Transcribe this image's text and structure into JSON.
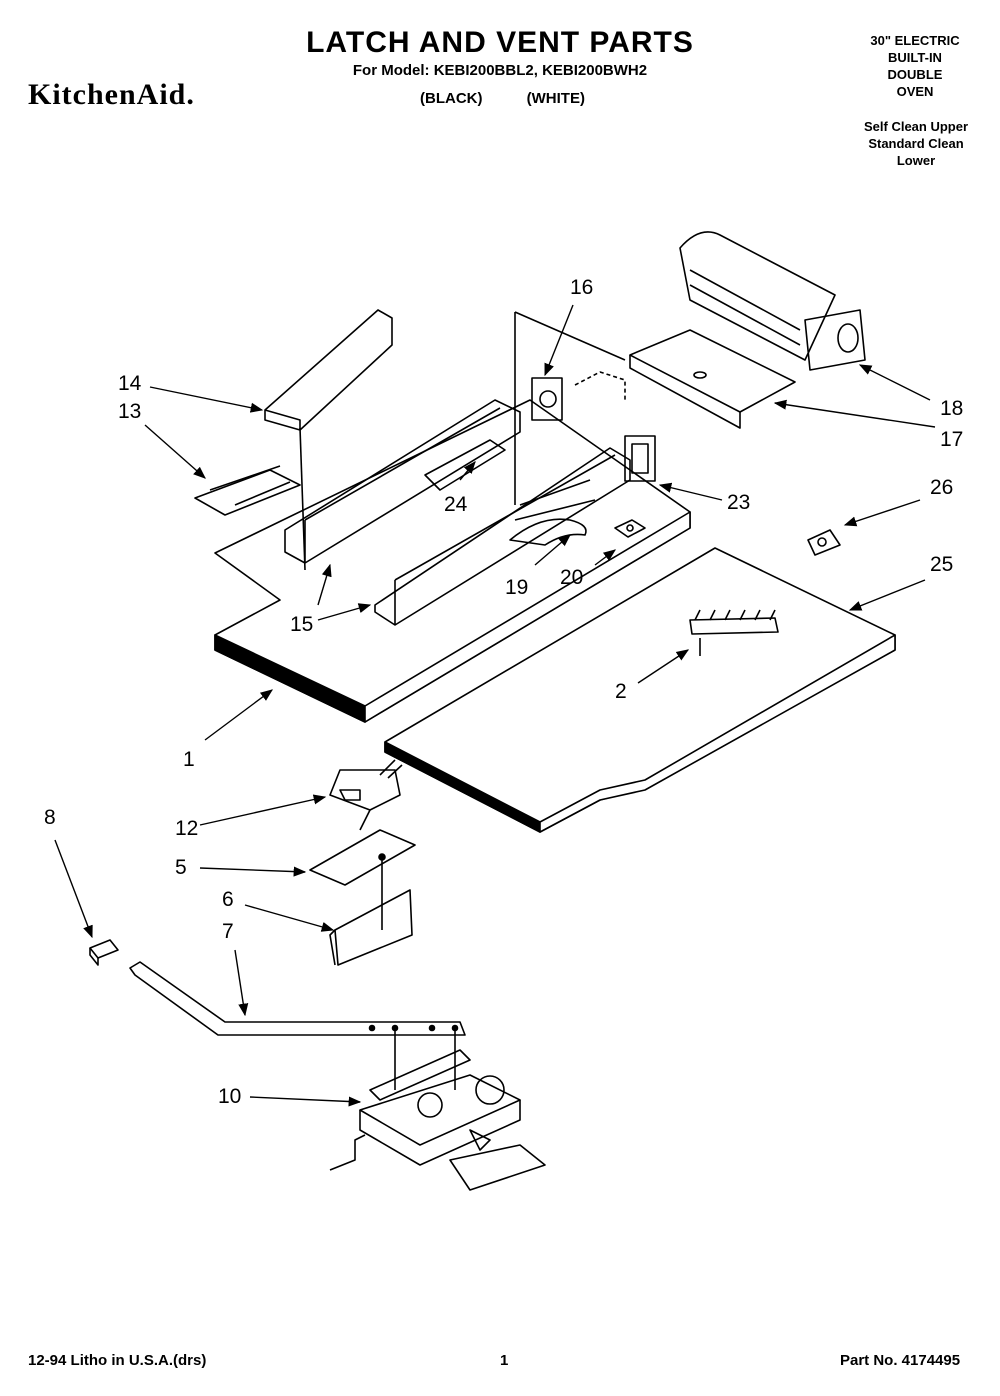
{
  "header": {
    "brand": "KitchenAid.",
    "title": "LATCH AND VENT PARTS",
    "subtitle": "For Model: KEBI200BBL2, KEBI200BWH2",
    "color_black": "(BLACK)",
    "color_white": "(WHITE)",
    "product_lines": [
      "30\" ELECTRIC",
      "BUILT-IN",
      "DOUBLE",
      "OVEN"
    ],
    "clean_lines": [
      "Self Clean Upper",
      "Standard Clean",
      "Lower"
    ]
  },
  "footer": {
    "litho": "12-94 Litho in U.S.A.(drs)",
    "page": "1",
    "part_no": "Part No. 4174495"
  },
  "callouts": {
    "c1": "1",
    "c2": "2",
    "c5": "5",
    "c6": "6",
    "c7": "7",
    "c8": "8",
    "c10": "10",
    "c12": "12",
    "c13": "13",
    "c14": "14",
    "c15": "15",
    "c16": "16",
    "c17": "17",
    "c18": "18",
    "c19": "19",
    "c20": "20",
    "c23": "23",
    "c24": "24",
    "c25": "25",
    "c26": "26"
  }
}
